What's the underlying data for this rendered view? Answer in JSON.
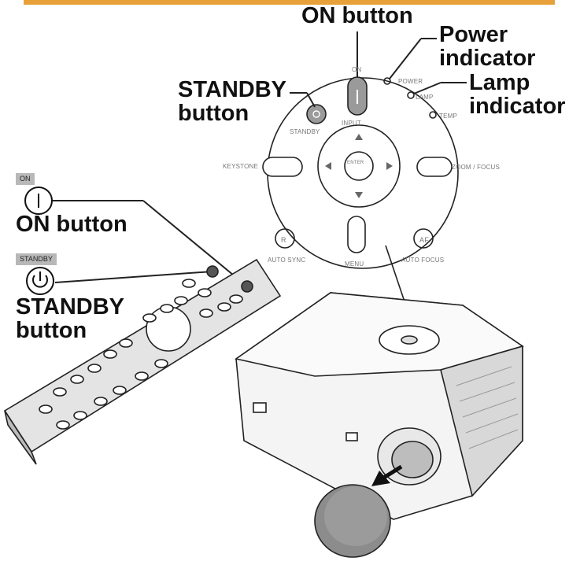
{
  "callouts": {
    "on_button_top": "ON button",
    "power_indicator_line1": "Power",
    "power_indicator_line2": "indicator",
    "lamp_indicator_line1": "Lamp",
    "lamp_indicator_line2": "indicator",
    "standby_button_line1": "STANDBY",
    "standby_button_line2": "button",
    "on_button_left": "ON button",
    "standby_button_left_line1": "STANDBY",
    "standby_button_left_line2": "button"
  },
  "remote_tags": {
    "on": "ON",
    "standby": "STANDBY"
  },
  "control_panel": {
    "on": "ON",
    "power": "POWER",
    "lamp": "LAMP",
    "temp": "TEMP",
    "standby": "STANDBY",
    "input": "INPUT",
    "keystone": "KEYSTONE",
    "zoom_focus": "ZOOM / FOCUS",
    "auto_sync": "AUTO SYNC",
    "menu": "MENU",
    "auto_focus": "AUTO FOCUS",
    "enter": "ENTER",
    "r_key": "R",
    "af_key": "AF"
  },
  "colors": {
    "accent_rule": "#E8A13A",
    "line": "#222222",
    "highlight_key": "#9a9a9a",
    "shade": "#cfcfcf",
    "lens_cap": "#8c8c8c"
  },
  "icons": {
    "on_symbol": "power-on-icon",
    "standby_symbol": "standby-power-icon",
    "removal_arrow": "arrow-icon"
  }
}
